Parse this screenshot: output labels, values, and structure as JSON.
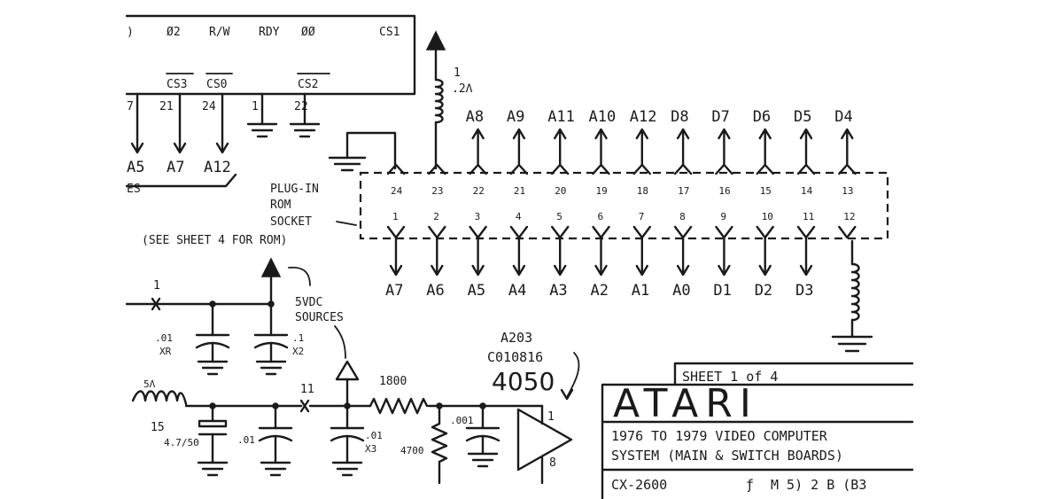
{
  "chip_top_pins": [
    {
      "label": "Ø2"
    },
    {
      "label": "R/W"
    },
    {
      "label": "RDY"
    },
    {
      "label": "ØØ"
    },
    {
      "label": "CS1"
    }
  ],
  "chip_lower_pins": [
    {
      "label": "CS3"
    },
    {
      "label": "CS0"
    },
    {
      "label": "CS2"
    }
  ],
  "chip_pin_numbers": [
    "21",
    "24",
    "1",
    "22"
  ],
  "chip_outputs": [
    "A5",
    "A7",
    "A12"
  ],
  "inductor_top": {
    "value_1": "1",
    "value_2": ".2Λ"
  },
  "socket_label": [
    "PLUG-IN",
    "ROM",
    "SOCKET"
  ],
  "see_sheet": "(SEE SHEET 4 FOR ROM)",
  "socket_top_pins": [
    {
      "num": "24",
      "signal": ""
    },
    {
      "num": "23",
      "signal": ""
    },
    {
      "num": "22",
      "signal": "A8"
    },
    {
      "num": "21",
      "signal": "A9"
    },
    {
      "num": "20",
      "signal": "A11"
    },
    {
      "num": "19",
      "signal": "A10"
    },
    {
      "num": "18",
      "signal": "A12"
    },
    {
      "num": "17",
      "signal": "D8"
    },
    {
      "num": "16",
      "signal": "D7"
    },
    {
      "num": "15",
      "signal": "D6"
    },
    {
      "num": "14",
      "signal": "D5"
    },
    {
      "num": "13",
      "signal": "D4"
    }
  ],
  "socket_bottom_pins": [
    {
      "num": "1",
      "signal": "A7"
    },
    {
      "num": "2",
      "signal": "A6"
    },
    {
      "num": "3",
      "signal": "A5"
    },
    {
      "num": "4",
      "signal": "A4"
    },
    {
      "num": "5",
      "signal": "A3"
    },
    {
      "num": "6",
      "signal": "A2"
    },
    {
      "num": "7",
      "signal": "A1"
    },
    {
      "num": "8",
      "signal": "A0"
    },
    {
      "num": "9",
      "signal": "D1"
    },
    {
      "num": "10",
      "signal": "D2"
    },
    {
      "num": "11",
      "signal": "D3"
    },
    {
      "num": "12",
      "signal": ""
    }
  ],
  "power": {
    "node_1": "1",
    "cap_xr": ".01",
    "cap_xr_ref": "XR",
    "cap_x2": ".1",
    "cap_x2_ref": "X2",
    "sources_1": "5VDC",
    "sources_2": "SOURCES",
    "inductor_val": "5Λ",
    "inductor_ref": "15",
    "cap_47": "4.7/50",
    "cap_001": ".01",
    "node_11": "11",
    "cap_x3": ".01",
    "cap_x3_ref": "X3",
    "res_1800": "1800",
    "res_4700": "4700",
    "cap_0001": ".001"
  },
  "buffer": {
    "ref": "A203",
    "part": "C010816",
    "type": "4050",
    "pin_in": "1",
    "pin_out": "8"
  },
  "title_block": {
    "sheet": "SHEET  1 of  4",
    "company": "ATARI",
    "line1": "1976 TO 1979  VIDEO COMPUTER",
    "line2": "SYSTEM (MAIN & SWITCH BOARDS)",
    "line3": "CX-2600"
  }
}
